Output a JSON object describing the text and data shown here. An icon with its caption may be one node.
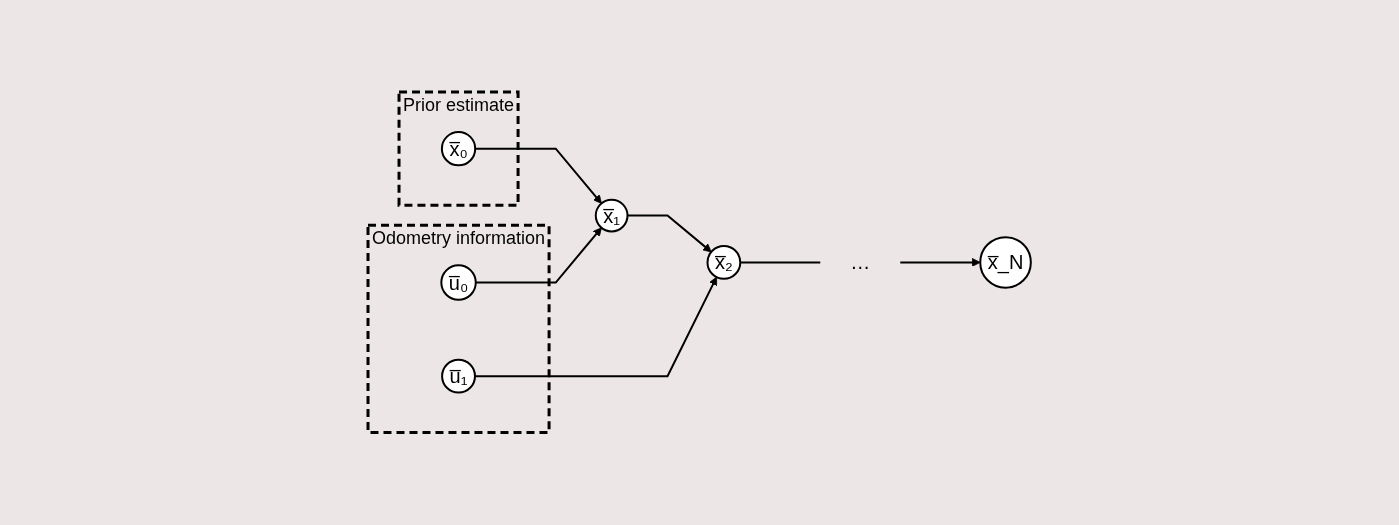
{
  "diagram": {
    "nodes": [
      {
        "text": [
          "Prior estimate"
        ]
      },
      {
        "text": [
          "x̅₀"
        ],
        "in": 0
      },
      {
        "text": [
          "x̅₁"
        ]
      },
      {
        "text": [
          "x̅₂"
        ]
      },
      {
        "text": [
          "…"
        ]
      },
      {
        "text": [
          "x̅_N"
        ]
      },
      {
        "text": [
          "Odometry information"
        ]
      },
      {
        "text": [
          "u̅₀"
        ],
        "in": 6
      },
      {
        "text": [
          "u̅₁"
        ],
        "in": 6
      }
    ],
    "edges": [
      {
        "from": 1,
        "to": 2,
        "arrow": "to"
      },
      {
        "from": 2,
        "to": 3,
        "arrow": "to"
      },
      {
        "from": 3,
        "to": 4,
        "arrow": "none"
      },
      {
        "from": 4,
        "to": 5,
        "arrow": "to"
      },
      {
        "from": 7,
        "to": 2,
        "arrow": "to"
      },
      {
        "from": 8,
        "to": 3,
        "arrow": "to"
      }
    ]
  }
}
